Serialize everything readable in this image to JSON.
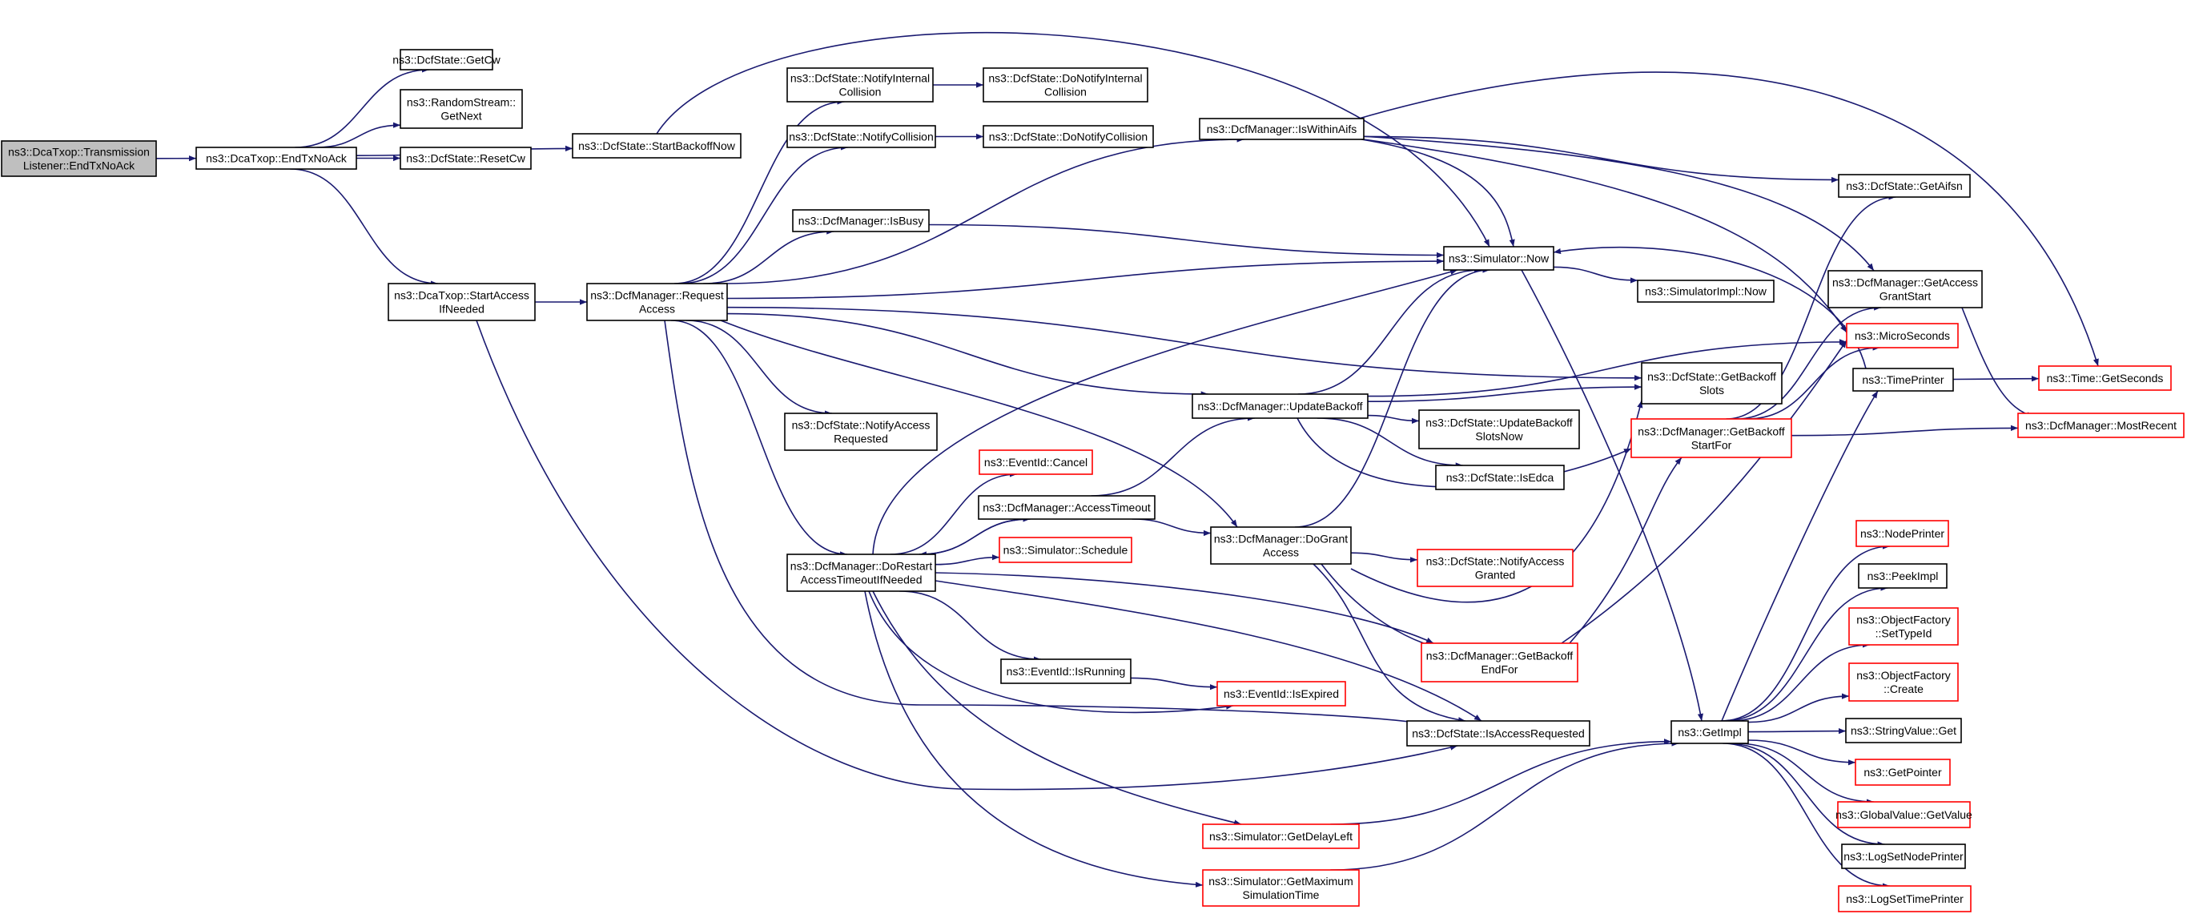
{
  "title": "",
  "colors": {
    "edge": "#191970",
    "box_stroke_normal": "#000000",
    "box_stroke_red": "#ff0000",
    "root_fill": "#bfbfbf",
    "box_fill": "#ffffff"
  },
  "nodes": [
    {
      "id": "root",
      "label": [
        "ns3::DcaTxop::Transmission",
        "Listener::EndTxNoAck"
      ],
      "style": "root"
    },
    {
      "id": "endtx",
      "label": [
        "ns3::DcaTxop::EndTxNoAck"
      ],
      "style": "normal"
    },
    {
      "id": "getcw",
      "label": [
        "ns3::DcfState::GetCw"
      ],
      "style": "normal"
    },
    {
      "id": "rsnext",
      "label": [
        "ns3::RandomStream::",
        "GetNext"
      ],
      "style": "normal"
    },
    {
      "id": "resetcw",
      "label": [
        "ns3::DcfState::ResetCw"
      ],
      "style": "normal"
    },
    {
      "id": "startbackoff",
      "label": [
        "ns3::DcfState::StartBackoffNow"
      ],
      "style": "normal"
    },
    {
      "id": "startaccess",
      "label": [
        "ns3::DcaTxop::StartAccess",
        "IfNeeded"
      ],
      "style": "normal"
    },
    {
      "id": "reqaccess",
      "label": [
        "ns3::DcfManager::Request",
        "Access"
      ],
      "style": "normal"
    },
    {
      "id": "notifyint",
      "label": [
        "ns3::DcfState::NotifyInternal",
        "Collision"
      ],
      "style": "normal"
    },
    {
      "id": "donotifyint",
      "label": [
        "ns3::DcfState::DoNotifyInternal",
        "Collision"
      ],
      "style": "normal"
    },
    {
      "id": "notifycoll",
      "label": [
        "ns3::DcfState::NotifyCollision"
      ],
      "style": "normal"
    },
    {
      "id": "donotifycoll",
      "label": [
        "ns3::DcfState::DoNotifyCollision"
      ],
      "style": "normal"
    },
    {
      "id": "isbusy",
      "label": [
        "ns3::DcfManager::IsBusy"
      ],
      "style": "normal"
    },
    {
      "id": "notifyreq",
      "label": [
        "ns3::DcfState::NotifyAccess",
        "Requested"
      ],
      "style": "normal"
    },
    {
      "id": "dorestart",
      "label": [
        "ns3::DcfManager::DoRestart",
        "AccessTimeoutIfNeeded"
      ],
      "style": "normal"
    },
    {
      "id": "evcancel",
      "label": [
        "ns3::EventId::Cancel"
      ],
      "style": "red"
    },
    {
      "id": "acctimeout",
      "label": [
        "ns3::DcfManager::AccessTimeout"
      ],
      "style": "normal"
    },
    {
      "id": "schedule",
      "label": [
        "ns3::Simulator::Schedule"
      ],
      "style": "red"
    },
    {
      "id": "isrunning",
      "label": [
        "ns3::EventId::IsRunning"
      ],
      "style": "normal"
    },
    {
      "id": "isexpired",
      "label": [
        "ns3::EventId::IsExpired"
      ],
      "style": "red"
    },
    {
      "id": "isinaifs",
      "label": [
        "ns3::DcfManager::IsWithinAifs"
      ],
      "style": "normal"
    },
    {
      "id": "simnow",
      "label": [
        "ns3::Simulator::Now"
      ],
      "style": "normal"
    },
    {
      "id": "simimplnow",
      "label": [
        "ns3::SimulatorImpl::Now"
      ],
      "style": "normal"
    },
    {
      "id": "updbackoff",
      "label": [
        "ns3::DcfManager::UpdateBackoff"
      ],
      "style": "normal"
    },
    {
      "id": "getbackoffslots",
      "label": [
        "ns3::DcfState::GetBackoff",
        "Slots"
      ],
      "style": "normal"
    },
    {
      "id": "updbackoffslots",
      "label": [
        "ns3::DcfState::UpdateBackoff",
        "SlotsNow"
      ],
      "style": "normal"
    },
    {
      "id": "isedca",
      "label": [
        "ns3::DcfState::IsEdca"
      ],
      "style": "normal"
    },
    {
      "id": "dogrant",
      "label": [
        "ns3::DcfManager::DoGrant",
        "Access"
      ],
      "style": "normal"
    },
    {
      "id": "notifygranted",
      "label": [
        "ns3::DcfState::NotifyAccess",
        "Granted"
      ],
      "style": "red"
    },
    {
      "id": "getbackoffend",
      "label": [
        "ns3::DcfManager::GetBackoff",
        "EndFor"
      ],
      "style": "red"
    },
    {
      "id": "getbackoffstart",
      "label": [
        "ns3::DcfManager::GetBackoff",
        "StartFor"
      ],
      "style": "red"
    },
    {
      "id": "isaccreq",
      "label": [
        "ns3::DcfState::IsAccessRequested"
      ],
      "style": "normal"
    },
    {
      "id": "getdelayleft",
      "label": [
        "ns3::Simulator::GetDelayLeft"
      ],
      "style": "red"
    },
    {
      "id": "getmaxsim",
      "label": [
        "ns3::Simulator::GetMaximum",
        "SimulationTime"
      ],
      "style": "red"
    },
    {
      "id": "getimpl",
      "label": [
        "ns3::GetImpl"
      ],
      "style": "normal"
    },
    {
      "id": "getaifsn",
      "label": [
        "ns3::DcfState::GetAifsn"
      ],
      "style": "normal"
    },
    {
      "id": "getaccgrant",
      "label": [
        "ns3::DcfManager::GetAccess",
        "GrantStart"
      ],
      "style": "normal"
    },
    {
      "id": "microsec",
      "label": [
        "ns3::MicroSeconds"
      ],
      "style": "red"
    },
    {
      "id": "timeprinter",
      "label": [
        "ns3::TimePrinter"
      ],
      "style": "normal"
    },
    {
      "id": "getseconds",
      "label": [
        "ns3::Time::GetSeconds"
      ],
      "style": "red"
    },
    {
      "id": "mostrecent",
      "label": [
        "ns3::DcfManager::MostRecent"
      ],
      "style": "red"
    },
    {
      "id": "nodeprinter",
      "label": [
        "ns3::NodePrinter"
      ],
      "style": "red"
    },
    {
      "id": "peekimpl",
      "label": [
        "ns3::PeekImpl"
      ],
      "style": "normal"
    },
    {
      "id": "settypeid",
      "label": [
        "ns3::ObjectFactory",
        "::SetTypeId"
      ],
      "style": "red"
    },
    {
      "id": "ofcreate",
      "label": [
        "ns3::ObjectFactory",
        "::Create"
      ],
      "style": "red"
    },
    {
      "id": "strvalget",
      "label": [
        "ns3::StringValue::Get"
      ],
      "style": "normal"
    },
    {
      "id": "getpointer",
      "label": [
        "ns3::GetPointer"
      ],
      "style": "red"
    },
    {
      "id": "gvgetvalue",
      "label": [
        "ns3::GlobalValue::GetValue"
      ],
      "style": "red"
    },
    {
      "id": "logsetnode",
      "label": [
        "ns3::LogSetNodePrinter"
      ],
      "style": "normal"
    },
    {
      "id": "logsettime",
      "label": [
        "ns3::LogSetTimePrinter"
      ],
      "style": "red"
    }
  ],
  "edges": [
    [
      "root",
      "endtx"
    ],
    [
      "endtx",
      "getcw"
    ],
    [
      "endtx",
      "rsnext"
    ],
    [
      "endtx",
      "resetcw"
    ],
    [
      "endtx",
      "startbackoff"
    ],
    [
      "endtx",
      "startaccess"
    ],
    [
      "startbackoff",
      "simnow"
    ],
    [
      "startaccess",
      "reqaccess"
    ],
    [
      "startaccess",
      "isaccreq"
    ],
    [
      "reqaccess",
      "notifyint"
    ],
    [
      "reqaccess",
      "notifycoll"
    ],
    [
      "reqaccess",
      "isbusy"
    ],
    [
      "reqaccess",
      "isinaifs"
    ],
    [
      "reqaccess",
      "simnow"
    ],
    [
      "reqaccess",
      "getbackoffslots"
    ],
    [
      "reqaccess",
      "updbackoff"
    ],
    [
      "reqaccess",
      "notifyreq"
    ],
    [
      "reqaccess",
      "dogrant"
    ],
    [
      "reqaccess",
      "dorestart"
    ],
    [
      "reqaccess",
      "isaccreq"
    ],
    [
      "notifyint",
      "donotifyint"
    ],
    [
      "notifycoll",
      "donotifycoll"
    ],
    [
      "isbusy",
      "simnow"
    ],
    [
      "dorestart",
      "evcancel"
    ],
    [
      "dorestart",
      "acctimeout"
    ],
    [
      "dorestart",
      "schedule"
    ],
    [
      "dorestart",
      "isrunning"
    ],
    [
      "dorestart",
      "isexpired"
    ],
    [
      "dorestart",
      "simnow"
    ],
    [
      "dorestart",
      "getbackoffend"
    ],
    [
      "dorestart",
      "isaccreq"
    ],
    [
      "dorestart",
      "getdelayleft"
    ],
    [
      "dorestart",
      "getmaxsim"
    ],
    [
      "acctimeout",
      "dorestart"
    ],
    [
      "acctimeout",
      "updbackoff"
    ],
    [
      "acctimeout",
      "dogrant"
    ],
    [
      "isrunning",
      "isexpired"
    ],
    [
      "isinaifs",
      "simnow"
    ],
    [
      "isinaifs",
      "getaifsn"
    ],
    [
      "isinaifs",
      "getaccgrant"
    ],
    [
      "isinaifs",
      "microsec"
    ],
    [
      "isinaifs",
      "getseconds"
    ],
    [
      "simnow",
      "simimplnow"
    ],
    [
      "simnow",
      "getimpl"
    ],
    [
      "updbackoff",
      "simnow"
    ],
    [
      "updbackoff",
      "getbackoffslots"
    ],
    [
      "updbackoff",
      "updbackoffslots"
    ],
    [
      "updbackoff",
      "isedca"
    ],
    [
      "updbackoff",
      "getbackoffstart"
    ],
    [
      "updbackoff",
      "microsec"
    ],
    [
      "dogrant",
      "simnow"
    ],
    [
      "dogrant",
      "notifygranted"
    ],
    [
      "dogrant",
      "getbackoffend"
    ],
    [
      "dogrant",
      "isaccreq"
    ],
    [
      "dogrant",
      "getbackoffslots"
    ],
    [
      "getbackoffend",
      "getbackoffstart"
    ],
    [
      "getbackoffend",
      "microsec"
    ],
    [
      "getbackoffstart",
      "getaifsn"
    ],
    [
      "getbackoffstart",
      "getaccgrant"
    ],
    [
      "getbackoffstart",
      "microsec"
    ],
    [
      "getbackoffstart",
      "mostrecent"
    ],
    [
      "getaccgrant",
      "mostrecent"
    ],
    [
      "getdelayleft",
      "getimpl"
    ],
    [
      "getmaxsim",
      "getimpl"
    ],
    [
      "getimpl",
      "timeprinter"
    ],
    [
      "getimpl",
      "nodeprinter"
    ],
    [
      "getimpl",
      "peekimpl"
    ],
    [
      "getimpl",
      "settypeid"
    ],
    [
      "getimpl",
      "ofcreate"
    ],
    [
      "getimpl",
      "strvalget"
    ],
    [
      "getimpl",
      "getpointer"
    ],
    [
      "getimpl",
      "gvgetvalue"
    ],
    [
      "getimpl",
      "logsetnode"
    ],
    [
      "getimpl",
      "logsettime"
    ],
    [
      "timeprinter",
      "getseconds"
    ],
    [
      "timeprinter",
      "simnow"
    ]
  ]
}
